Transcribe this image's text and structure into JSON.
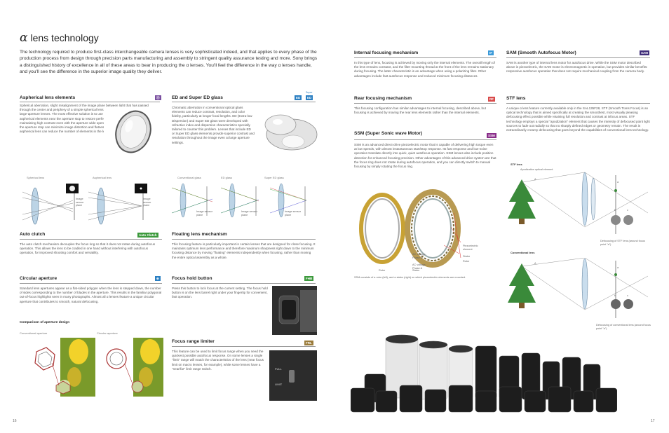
{
  "page": {
    "title_symbol": "α",
    "title_text": "lens technology",
    "intro": "The technology required to produce first-class interchangeable camera lenses is very sophisticated indeed, and that applies to every phase of the production process from design through precision parts manufacturing and assembly to stringent quality assurance testing and more. Sony brings a distinguished history of excellence in all of these areas to bear in producing the α lenses. You'll feel the difference in the way α lenses handle, and you'll see the difference in the superior image quality they deliver.",
    "left_page_number": "16",
    "right_page_number": "17"
  },
  "sections": {
    "aspherical": {
      "title": "Aspherical lens elements",
      "badge": "Ⓐ",
      "body": "Spherical aberration, slight misalignment of the image plane between light that has passed through the center and periphery of a simple spherical lens, can become a noticeable problem in large-aperture lenses. The most effective solution is to use one or more specially shaped aspherical elements near the aperture stop to restore perfect alignment at the image plane, thus maintaining high contrast even with the aperture wide open. Aspherical lenses arranged far from the aperture stop can minimize image distortion and flatness of the image plane. Well-designed aspherical lens can reduce the number of elements in the lens for less overall size and weight.",
      "diagram_labels": [
        "Spherical lens",
        "Aspherical lens"
      ],
      "image_plane_label": "Image sensor plane"
    },
    "ed": {
      "title": "ED and Super ED glass",
      "badge_ed": "ED",
      "badge_super_top": "Super",
      "badge_super": "ED",
      "body": "Chromatic aberration in conventional optical glass elements can reduce contrast, resolution, and color fidelity, particularly at longer focal lengths. ED (Extra-low Dispersion) and Super ED glass were developed with refractive index and dispersion characteristics specially tailored to counter this problem. Lenses that include ED or Super ED glass elements provide superior contrast and resolution throughout the image even at large aperture settings.",
      "diagram_labels": [
        "Conventional glass",
        "ED glass",
        "Super ED glass"
      ],
      "image_plane_label": "Image sensor plane"
    },
    "auto_clutch": {
      "title": "Auto clutch",
      "badge": "Auto Clutch",
      "body": "The auto clutch mechanism decouples the focus ring so that it does not rotate during autofocus operation. This allows the lens to be cradled in one hand without interfering with autofocus operation, for improved shooting comfort and versatility."
    },
    "floating": {
      "title": "Floating lens mechanism",
      "body": "This focusing feature is particularly important in certain lenses that are designed for close focusing. It maintains optimum lens performance and therefore maximum sharpness right down to the minimum focusing distance by moving \"floating\" elements independently when focusing, rather than moving the entire optical assembly as a whole."
    },
    "circular": {
      "title": "Circular aperture",
      "badge": "⊛",
      "body": "Standard lens apertures appear as a flat-sided polygon when the lens is stepped down, the number of sides corresponding to the number of blades in the aperture. This results in the familiar polygonal out-of-focus highlights seen in many photographs. Almost all α lenses feature a unique circular aperture that contributes to smooth, natural defocusing.",
      "comparison_title": "Comparison of aperture design",
      "labels": [
        "Conventional aperture",
        "Circular aperture"
      ]
    },
    "focus_hold": {
      "title": "Focus hold button",
      "badge": "FHB",
      "body": "Press this button to lock focus at the current setting. The focus hold button is on the lens barrel right under your fingertip for convenient, fast operation."
    },
    "focus_range": {
      "title": "Focus range limiter",
      "badge": "FRL",
      "body": "This feature can be used to limit focus range when you need the quickest possible autofocus response. On some lenses a single \"limit\" range will match the characteristics of the lens (near focus limit on macro lenses, for example), while some lenses have a \"near/far\" limit range switch.",
      "switch_labels": [
        "FULL",
        "LIMIT"
      ]
    },
    "internal": {
      "title": "Internal focusing mechanism",
      "badge": "IF",
      "body": "In this type of lens, focusing is achieved by moving only the internal elements. The overall length of the lens remains constant, and the filter mounting thread at the front of the lens remains stationary during focusing. The latter characteristic is an advantage when using a polarizing filter. Other advantages include fast autofocus response and reduced minimum focusing distances."
    },
    "rear": {
      "title": "Rear focusing mechanism",
      "badge": "RF",
      "body": "This focusing configuration has similar advantages to internal focusing, described above, but focusing is achieved by moving the rear lens elements rather than the internal elements."
    },
    "ssm": {
      "title": "SSM (Super Sonic wave Motor)",
      "badge": "SSM",
      "body": "SSM is an advanced direct-drive piezoelectric motor that is capable of delivering high torque even at low speeds, with almost instantaneous start/stop response. Its fast response and low-noise operation translate directly into quick, quiet autofocus operation. SSM lenses also include position detection for enhanced focusing precision. Other advantages of this advanced drive system are that the focus ring does not rotate during autofocus operation, and you can directly switch to manual focusing by simply rotating the focus ring.",
      "labels": {
        "rotor": "Rotor",
        "stator": "Stator",
        "ac_b": "AC voltage, Phase B",
        "ac_a": "AC voltage, Phase A",
        "piezo": "Piezoelectric element",
        "stator_r": "Stator",
        "rotor_r": "Rotor"
      },
      "caption": "SSM consists of a rotor (left), and a stator (right) on which piezoelectric elements are mounted."
    },
    "sam": {
      "title": "SAM (Smooth Autofocus Motor)",
      "badge": "SAM",
      "body": "SAM is another type of internal lens motor for autofocus drive. While the SSM motor described above is piezoelectric, the SAM motor is electromagnetic in operation, but provides similar benefits: responsive autofocus operation that does not require mechanical coupling from the camera body."
    },
    "stf": {
      "title": "STF lens",
      "body": "A unique α lens feature currently available only in the SAL135F28, STF (Smooth Trans Focus) is an optical technology that is aimed specifically at creating the smoothest, most visually pleasing defocusing effect possible while retaining full resolution and contrast at infocus areas. STF technology employs a special \"apodization\" element that causes the intensity of defocused point light sources to fade out radially so that no sharply defined edges or geometry remain. The result is extraordinarily creamy defocusing that goes beyond the capabilities of conventional lens technology.",
      "stf_label": "STF lens",
      "apodization_label": "Apodization optical element",
      "conventional_label": "Conventional lens",
      "stf_caption": "Defocusing of STF lens (around focus point \"a\")",
      "conv_caption": "Defocusing of conventional lens (around focus point \"a\")",
      "points": [
        "A",
        "a",
        "b",
        "c"
      ]
    }
  },
  "colors": {
    "badge_purple": "#7a4fa0",
    "badge_blue": "#2b7fc2",
    "badge_green": "#3d9a3d",
    "badge_olive": "#9a7b3a",
    "badge_sky": "#3b9ad9",
    "badge_red": "#d94a4a",
    "badge_magenta": "#8a2e8a",
    "badge_navy": "#402e7a",
    "rule": "#999999"
  }
}
